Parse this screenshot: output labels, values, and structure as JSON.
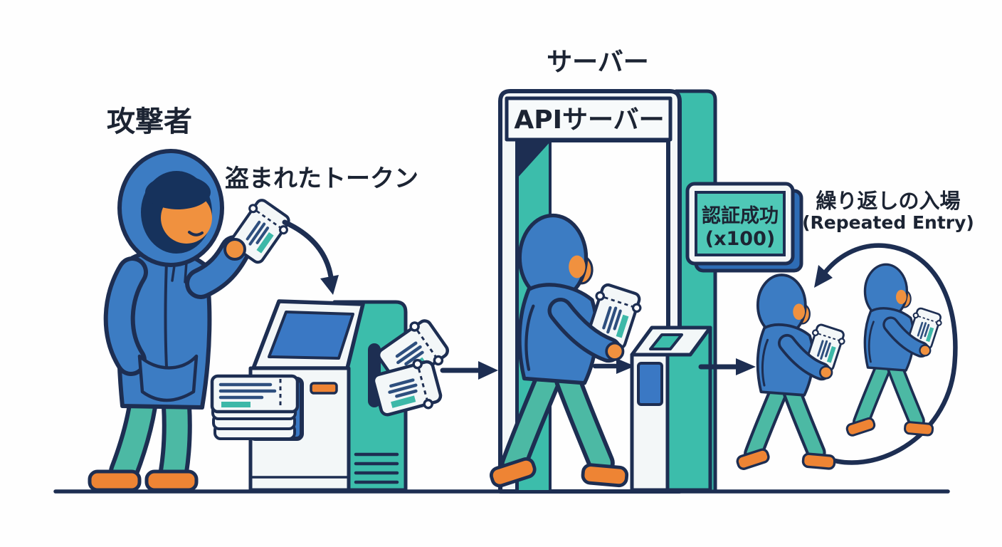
{
  "labels": {
    "attacker": "攻撃者",
    "stolen_token": "盗まれたトークン",
    "server": "サーバー",
    "api_server": "APIサーバー",
    "auth_success": "認証成功",
    "auth_count": "(x100)",
    "repeated_entry_jp": "繰り返しの入場",
    "repeated_entry_en": "(Repeated Entry)"
  },
  "colors": {
    "outline_navy": "#1d2e52",
    "hoodie_blue": "#3c7cc3",
    "hood_shadow_navy": "#16325c",
    "skin_orange": "#f0913f",
    "shoe_orange": "#ee8434",
    "pants_teal": "#4cb9a4",
    "machine_teal": "#3cbdab",
    "screen_blue": "#3a78c4",
    "sign_teal": "#4fc8b7",
    "sign_depth_blue": "#2e6cb5",
    "panel_white": "#f3f7f8",
    "background": "#fefefe",
    "text_dark": "#1c2433",
    "ticket_line_blue": "#2e4f7e",
    "ticket_teal": "#3db8a8"
  }
}
